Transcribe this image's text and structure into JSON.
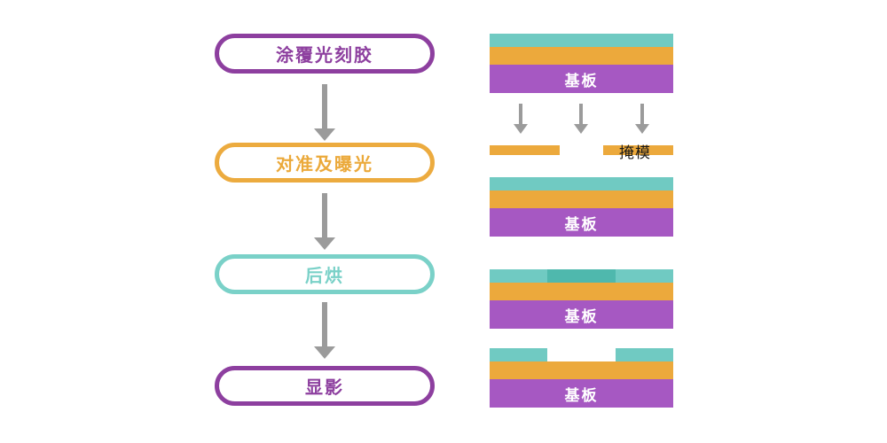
{
  "title": "photolithography-process-flow",
  "colors": {
    "purple_outline": "#8d3f9f",
    "purple_fill": "#a658c2",
    "orange": "#eca93c",
    "orange_outline": "#ecab3f",
    "teal_outline": "#7ad1c8",
    "teal_fill": "#70cac2",
    "teal_exposed": "#4fb8ad",
    "arrow_gray": "#9b9b9b",
    "substrate_text": "#ffffff",
    "mask_text": "#1a1a1a"
  },
  "flowchart": {
    "steps": [
      {
        "id": "coat-photoresist",
        "label": "涂覆光刻胶",
        "color": "#8d3f9f"
      },
      {
        "id": "align-expose",
        "label": "对准及曝光",
        "color": "#eba93a"
      },
      {
        "id": "post-bake",
        "label": "后烘",
        "color": "#7ad1c8"
      },
      {
        "id": "develop",
        "label": "显影",
        "color": "#8d3f9f"
      }
    ]
  },
  "diagram": {
    "substrate_label": "基板",
    "mask_label": "掩模",
    "stages": [
      "coated-wafer",
      "exposure-through-mask",
      "post-bake-exposed-region",
      "developed-pattern"
    ]
  }
}
